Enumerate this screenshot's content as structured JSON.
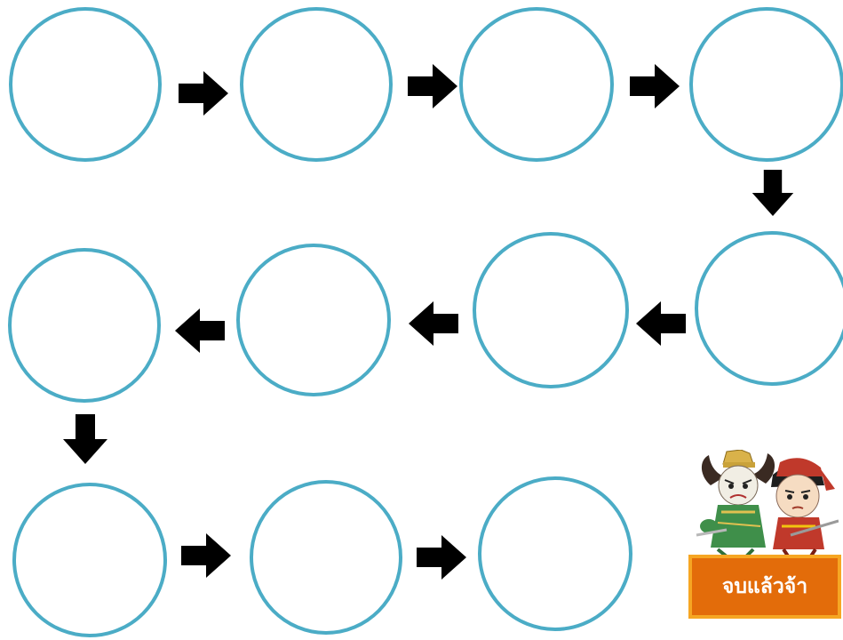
{
  "diagram": {
    "accent_color": "#4bacc6",
    "arrow_color": "#000000",
    "node_count": 11,
    "arrows": [
      "right",
      "right",
      "right",
      "down",
      "left",
      "left",
      "left",
      "down",
      "right",
      "right"
    ]
  },
  "mascot": {
    "icon": "khon-characters-illustration"
  },
  "end_button": {
    "label": "จบแล้วจ้า",
    "color": "#e36c0a",
    "border_color": "#f6a623"
  }
}
